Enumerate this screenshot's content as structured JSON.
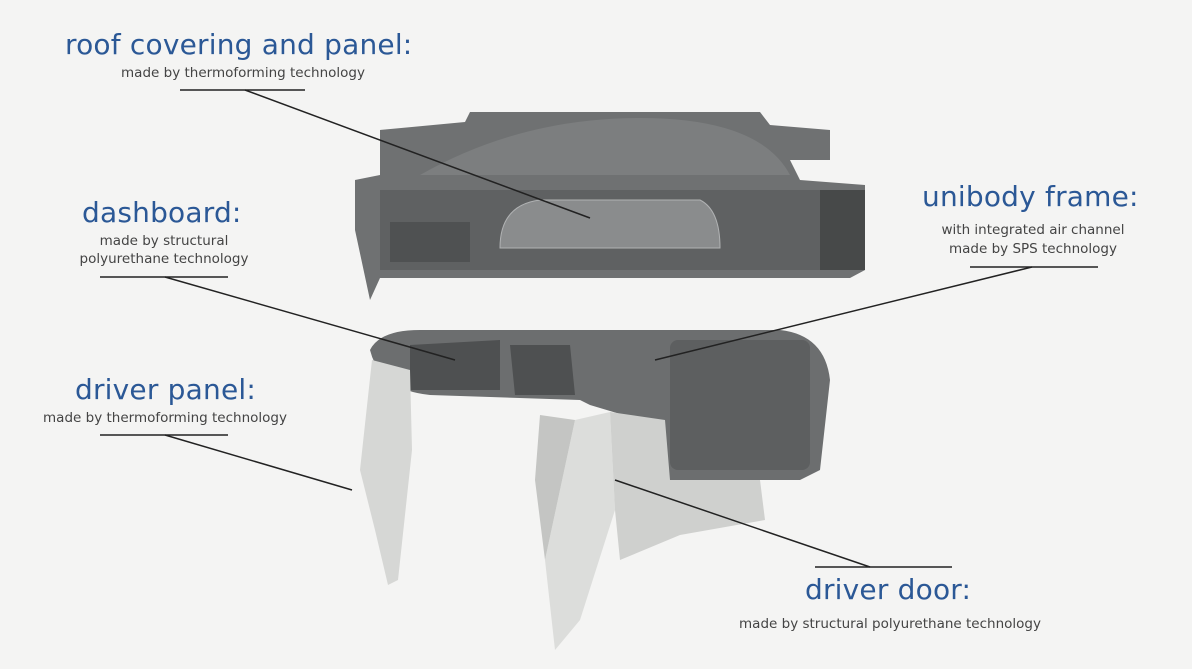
{
  "colors": {
    "title": "#2b5896",
    "subtitle": "#444444",
    "part_dark": "#77797a",
    "part_light": "#d9dad8"
  },
  "labels": {
    "roof": {
      "title": "roof covering and panel:",
      "subtitle": "made by thermoforming technology"
    },
    "dashboard": {
      "title": "dashboard:",
      "subtitle_1": "made by structural",
      "subtitle_2": "polyurethane technology"
    },
    "driver_panel": {
      "title": "driver panel:",
      "subtitle": "made by thermoforming technology"
    },
    "unibody": {
      "title": "unibody frame:",
      "subtitle_1": "with integrated air channel",
      "subtitle_2": "made by SPS technology"
    },
    "driver_door": {
      "title": "driver door:",
      "subtitle": "made by structural polyurethane technology"
    }
  }
}
